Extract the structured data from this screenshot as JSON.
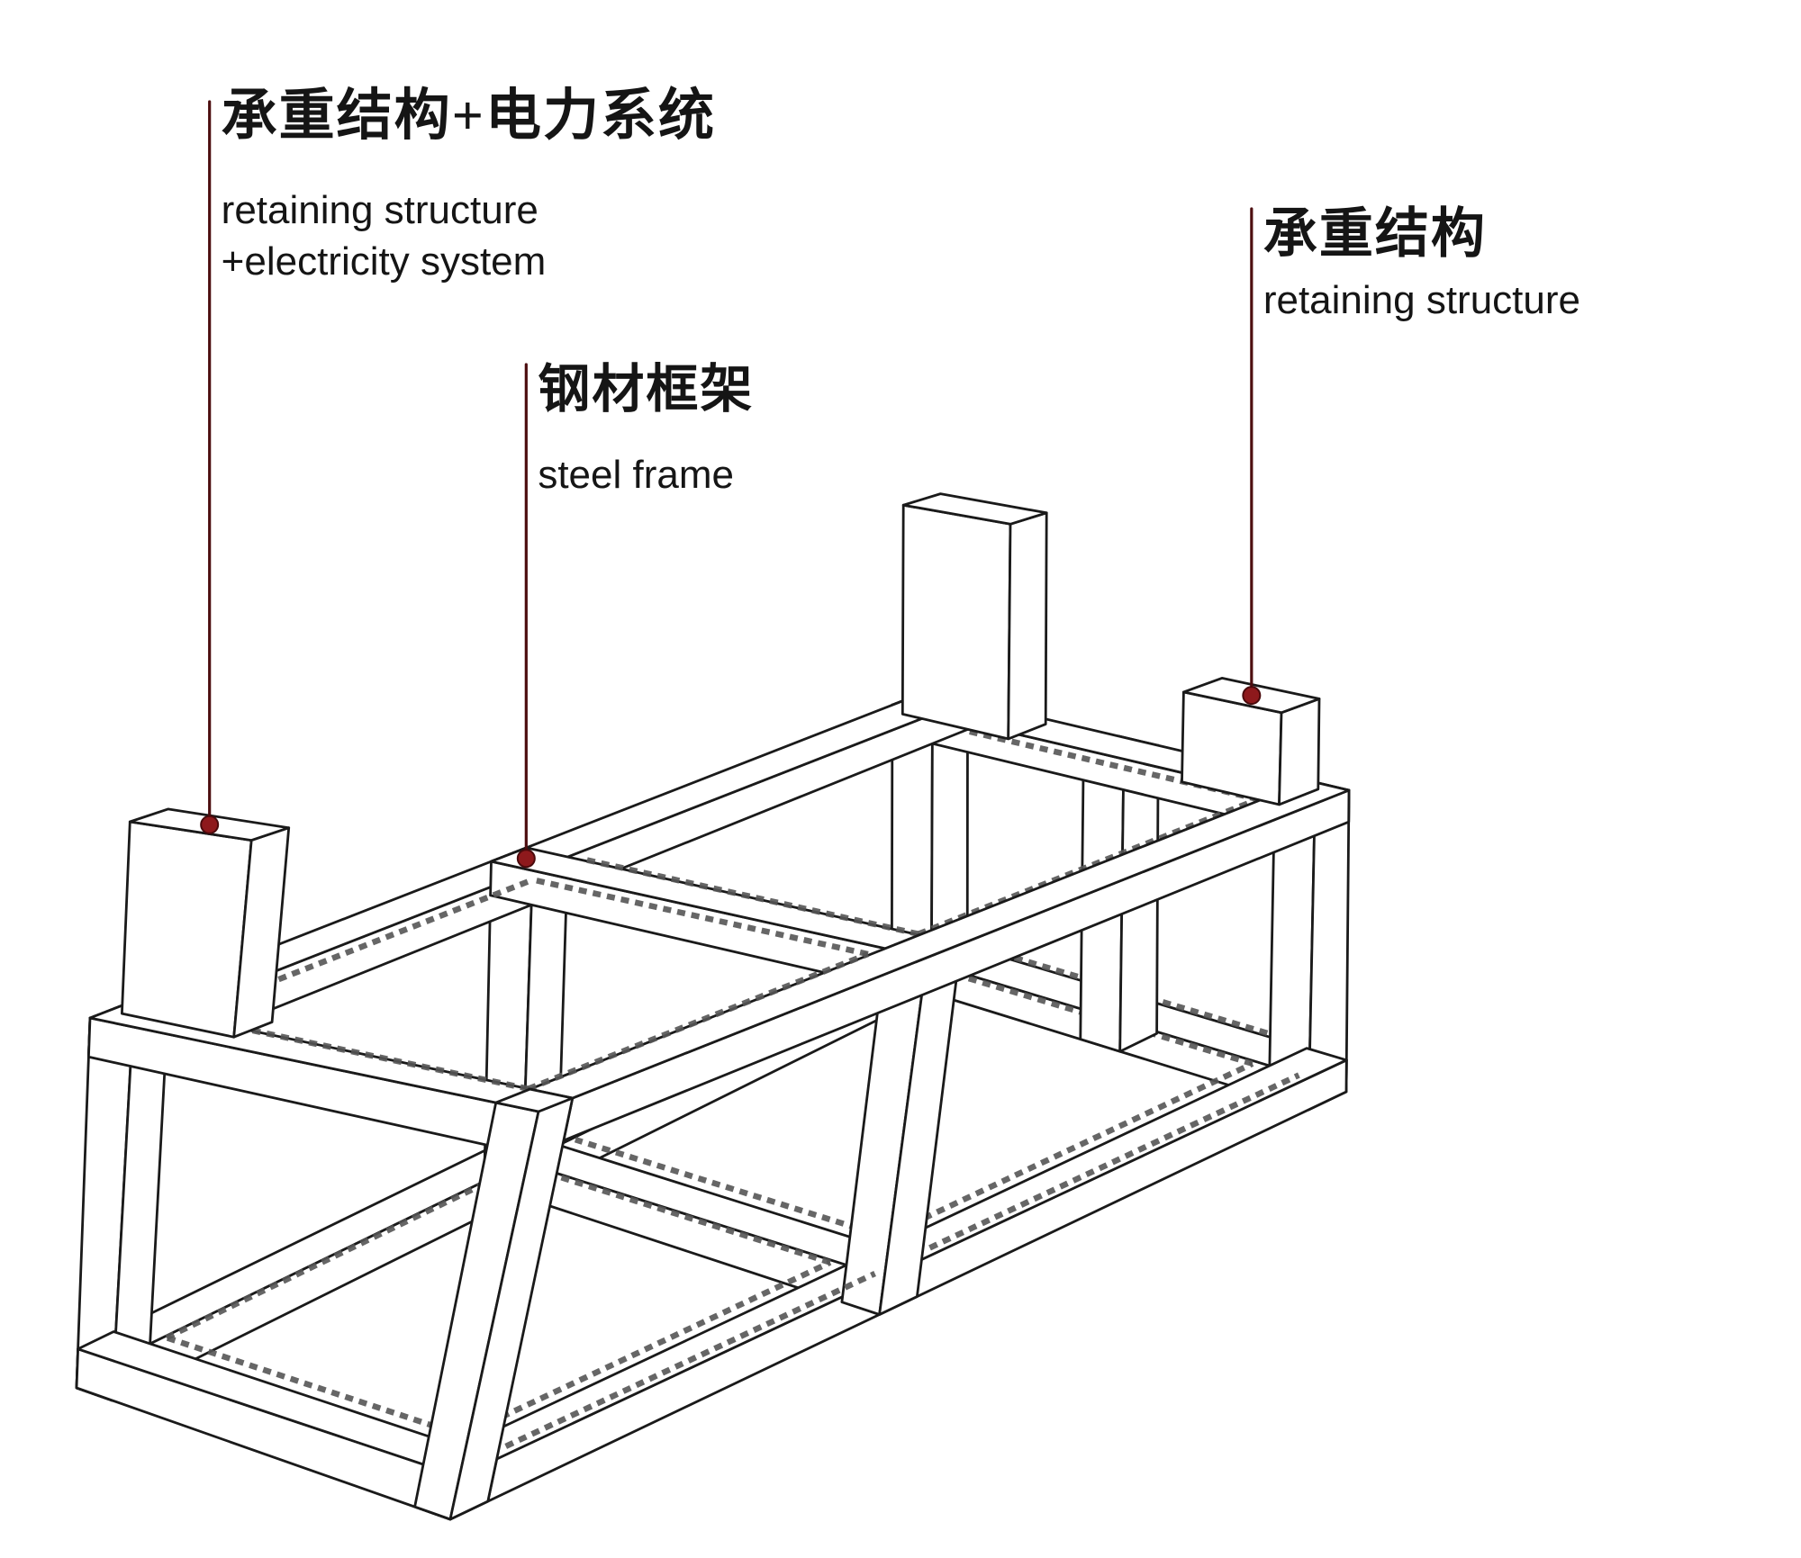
{
  "colors": {
    "background": "#ffffff",
    "line": "#1a1a1a",
    "hatch": "#555555",
    "leader_line": "#4d0e10",
    "marker": "#8e191c",
    "marker_edge": "#4a0a0c",
    "text": "#151515"
  },
  "annotations": [
    {
      "id": "retaining-structure-electricity",
      "zh": "承重结构+电力系统",
      "en": [
        "retaining structure",
        "+electricity system"
      ]
    },
    {
      "id": "steel-frame",
      "zh": "钢材框架",
      "en": [
        "steel frame"
      ]
    },
    {
      "id": "retaining-structure",
      "zh": "承重结构",
      "en": [
        "retaining structure"
      ]
    }
  ]
}
